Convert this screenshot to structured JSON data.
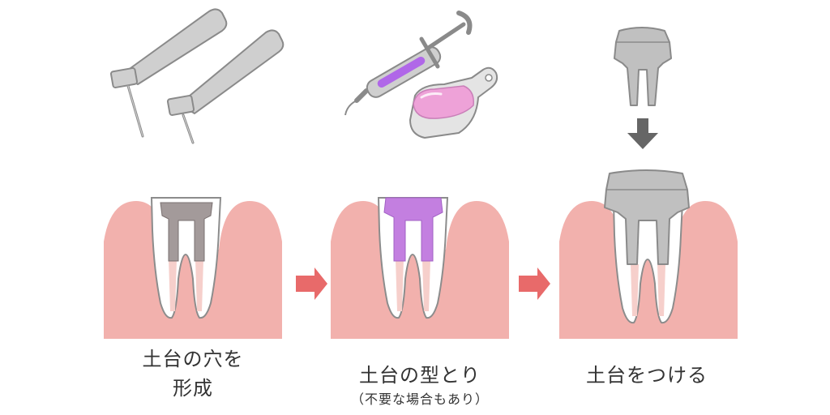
{
  "steps": [
    {
      "title_line1": "土台の穴を",
      "title_line2": "形成",
      "note": ""
    },
    {
      "title_line1": "土台の型とり",
      "title_line2": "",
      "note": "（不要な場合もあり）"
    },
    {
      "title_line1": "土台をつける",
      "title_line2": "",
      "note": ""
    }
  ],
  "colors": {
    "gum": "#f2b1ad",
    "tooth_outline": "#8c8c8c",
    "tooth_fill": "#ffffff",
    "root_canal": "#f6cfcb",
    "drilled_hole": "#a39a9a",
    "impression_material": "#c37fe0",
    "post_core": "#c0c0c0",
    "arrow_step": "#e86a6a",
    "arrow_down": "#666666",
    "instrument": "#cfcfcf",
    "instrument_outline": "#8a8a8a",
    "syringe_light": "#b067e8",
    "tray_material": "#eea2d8"
  },
  "icons": [
    "dental-handpiece-icon",
    "impression-syringe-icon",
    "impression-tray-icon",
    "post-core-icon"
  ]
}
